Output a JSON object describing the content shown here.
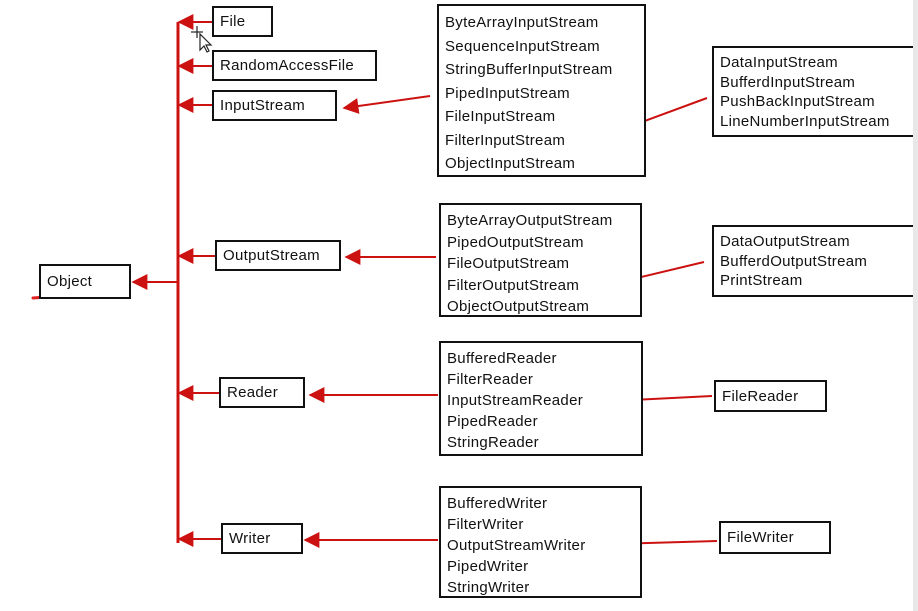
{
  "diagram": {
    "colors": {
      "arrow": "#cc1111",
      "box_border": "#111111",
      "text": "#111111"
    },
    "root": "Object",
    "categories": [
      "File",
      "RandomAccessFile",
      "InputStream",
      "OutputStream",
      "Reader",
      "Writer"
    ],
    "input_stream_classes": [
      "ByteArrayInputStream",
      "SequenceInputStream",
      "StringBufferInputStream",
      "PipedInputStream",
      "FileInputStream",
      "FilterInputStream",
      "ObjectInputStream"
    ],
    "filter_input_classes": [
      "DataInputStream",
      "BufferdInputStream",
      "PushBackInputStream",
      "LineNumberInputStream"
    ],
    "output_stream_classes": [
      "ByteArrayOutputStream",
      "PipedOutputStream",
      "FileOutputStream",
      "FilterOutputStream",
      "ObjectOutputStream"
    ],
    "filter_output_classes": [
      "DataOutputStream",
      "BufferdOutputStream",
      "PrintStream"
    ],
    "reader_classes": [
      "BufferedReader",
      "FilterReader",
      "InputStreamReader",
      "PipedReader",
      "StringReader"
    ],
    "input_stream_reader_sub": "FileReader",
    "writer_classes": [
      "BufferedWriter",
      "FilterWriter",
      "OutputStreamWriter",
      "PipedWriter",
      "StringWriter"
    ],
    "output_stream_writer_sub": "FileWriter"
  }
}
